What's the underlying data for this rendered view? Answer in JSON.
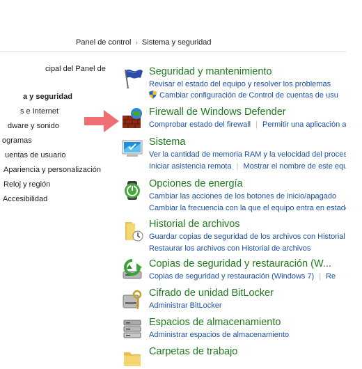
{
  "breadcrumb": {
    "items": [
      "Panel de control",
      "Sistema y seguridad"
    ],
    "separator": "›"
  },
  "nav": {
    "items": [
      "cipal del Panel de",
      "a y seguridad",
      "s e Internet",
      "dware y sonido",
      "ogramas",
      "uentas de usuario",
      "Apariencia y personalización",
      "Reloj y región",
      "Accesibilidad"
    ],
    "current_index": 1
  },
  "categories": [
    {
      "title": "Seguridad y mantenimiento",
      "icon": "flag-icon",
      "links": [
        [
          "Revisar el estado del equipo y resolver los problemas"
        ],
        [
          "Cambiar configuración de Control de cuentas de usu"
        ]
      ]
    },
    {
      "title": "Firewall de Windows Defender",
      "icon": "firewall-icon",
      "links": [
        [
          "Comprobar estado del firewall",
          "Permitir una aplicación a"
        ]
      ]
    },
    {
      "title": "Sistema",
      "icon": "monitor-icon",
      "links": [
        [
          "Ver la cantidad de memoria RAM y la velocidad del procesado"
        ],
        [
          "Iniciar asistencia remota",
          "Mostrar el nombre de este equipo"
        ]
      ]
    },
    {
      "title": "Opciones de energía",
      "icon": "power-icon",
      "links": [
        [
          "Cambiar las acciones de los botones de inicio/apagado"
        ],
        [
          "Cambiar la frecuencia con la que el equipo entra en estado de"
        ]
      ]
    },
    {
      "title": "Historial de archivos",
      "icon": "folder-clock-icon",
      "links": [
        [
          "Guardar copias de seguridad de los archivos con Historial de"
        ],
        [
          "Restaurar los archivos con Historial de archivos"
        ]
      ]
    },
    {
      "title": "Copias de seguridad y restauración (W...",
      "icon": "backup-icon",
      "links": [
        [
          "Copias de seguridad y restauración (Windows 7)",
          "Re"
        ]
      ]
    },
    {
      "title": "Cifrado de unidad BitLocker",
      "icon": "bitlocker-icon",
      "links": [
        [
          "Administrar BitLocker"
        ]
      ]
    },
    {
      "title": "Espacios de almacenamiento",
      "icon": "storage-icon",
      "links": [
        [
          "Administrar espacios de almacenamiento"
        ]
      ]
    },
    {
      "title": "Carpetas de trabajo",
      "icon": "work-folders-icon",
      "links": []
    }
  ]
}
